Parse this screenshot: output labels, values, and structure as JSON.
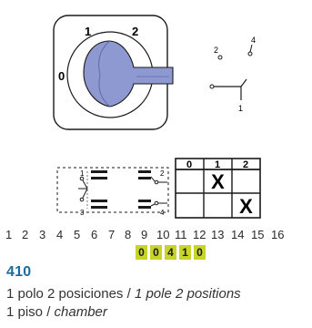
{
  "switch": {
    "positions": [
      "0",
      "1",
      "2"
    ]
  },
  "contact_symbol": {
    "labels": [
      "2",
      "4",
      "1"
    ]
  },
  "wiring": {
    "terminals": [
      "1",
      "2",
      "3",
      "4"
    ]
  },
  "table": {
    "headers": [
      "0",
      "1",
      "2"
    ],
    "rows": [
      [
        "",
        "X",
        ""
      ],
      [
        "",
        "",
        "X"
      ]
    ]
  },
  "scale": {
    "numbers": [
      "1",
      "2",
      "3",
      "4",
      "5",
      "6",
      "7",
      "8",
      "9",
      "10",
      "11",
      "12",
      "13",
      "14",
      "15",
      "16"
    ],
    "highlighted": [
      "0",
      "0",
      "4",
      "1",
      "0"
    ]
  },
  "code": "410",
  "description": {
    "line1_es": "1 polo 2 posiciones / ",
    "line1_en": "1 pole 2 positions",
    "line2_es": "1 piso / ",
    "line2_en": "chamber"
  }
}
